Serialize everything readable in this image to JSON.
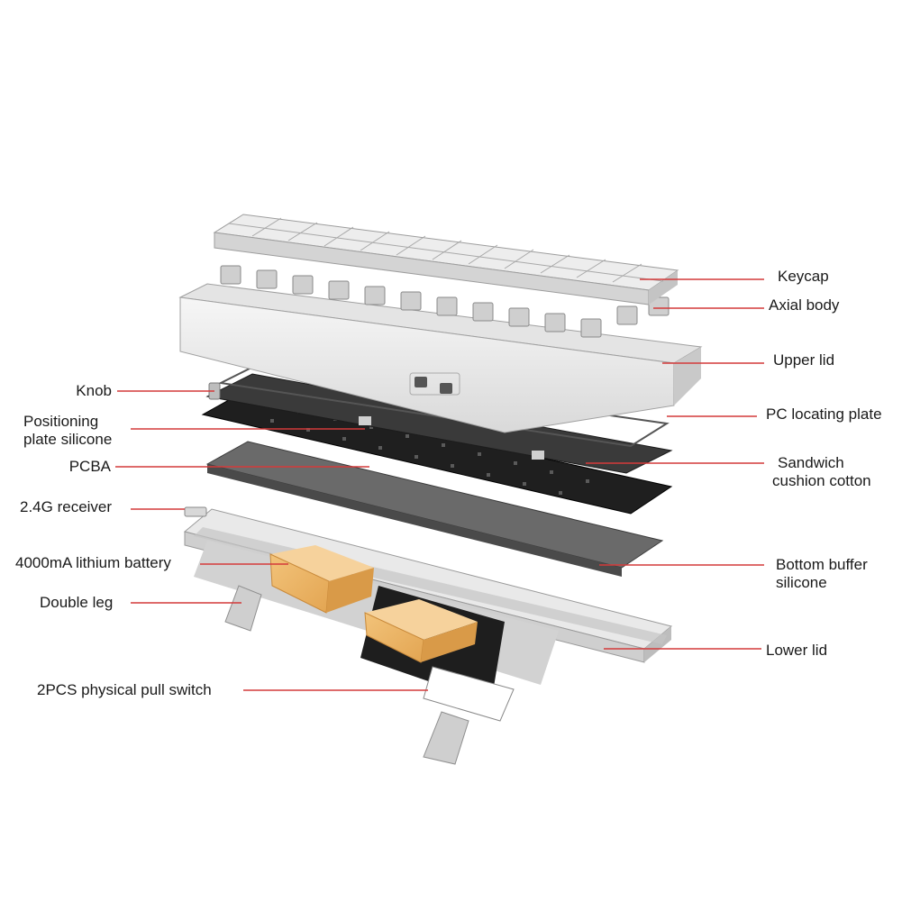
{
  "diagram": {
    "leader_color": "#d43a3a",
    "left_labels": {
      "knob": "Knob",
      "positioning_silicone_line1": "Positioning",
      "positioning_silicone_line2": "plate silicone",
      "pcba": "PCBA",
      "receiver": "2.4G receiver",
      "battery": "4000mA lithium battery",
      "double_leg": "Double leg",
      "pull_switch": "2PCS physical pull switch"
    },
    "right_labels": {
      "keycap": "Keycap",
      "axial_body": "Axial body",
      "upper_lid": "Upper lid",
      "pc_plate": "PC locating plate",
      "sandwich_line1": "Sandwich",
      "sandwich_line2": "cushion cotton",
      "bottom_silicone_line1": "Bottom buffer",
      "bottom_silicone_line2": "silicone",
      "lower_lid": "Lower lid"
    }
  }
}
